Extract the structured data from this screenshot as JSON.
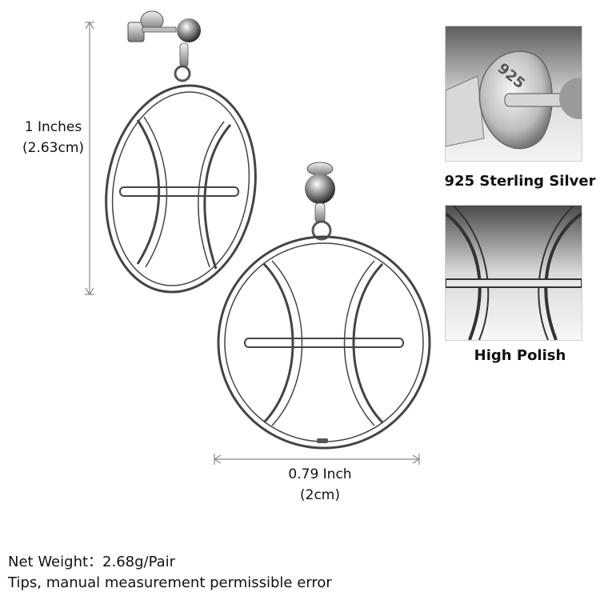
{
  "dimensions": {
    "height_line1": "1 Inches",
    "height_line2": "(2.63cm)",
    "width_line1": "0.79 Inch",
    "width_line2": "(2cm)"
  },
  "detail_panels": [
    {
      "caption": "925 Sterling Silver",
      "stamp_text": "925",
      "icon": "clasp-closeup-icon"
    },
    {
      "caption": "High Polish",
      "icon": "polish-closeup-icon"
    }
  ],
  "footer": {
    "weight_label": "Net Weight：",
    "weight_value": "2.68g/Pair",
    "tips": "Tips, manual measurement permissible error"
  },
  "colors": {
    "silver_dark": "#5a5a5a",
    "silver_mid": "#9a9a9a",
    "silver_light": "#e6e6e6",
    "dimension_line": "#8a8a8a"
  }
}
